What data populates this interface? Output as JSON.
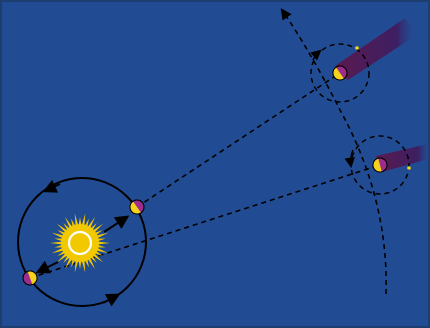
{
  "scene": {
    "background_color": "#214c93",
    "frame_color": "#1f3e70",
    "sun_color": "#f2c800",
    "sun_core_color": "#ffffff",
    "planet_lit_color": "#f5d21b",
    "planet_dark_color": "#9c2d8c",
    "tail_color": "#5a1a4f",
    "line_color": "#000000",
    "marker_color": "#f5d21b"
  },
  "parts": {
    "sun": "sun-icon",
    "earth_orbit": "earth-orbit",
    "body_orbit_arc": "body-orbit-arc",
    "sight_lines": "dashed-sight-lines",
    "moving_bodies": "comet-tails"
  }
}
